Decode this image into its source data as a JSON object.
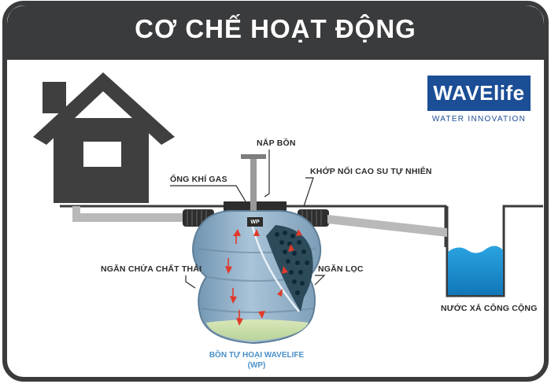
{
  "title": "CƠ CHẾ HOẠT ĐỘNG",
  "brand": {
    "name": "WAVElife",
    "tagline": "WATER INNOVATION",
    "color": "#1c4e96"
  },
  "labels": {
    "lid": "NẮP BỒN",
    "gas_pipe": "ỐNG KHÍ GAS",
    "rubber_joint": "KHỚP NỐI CAO SU TỰ NHIÊN",
    "waste_chamber": "NGĂN CHỨA CHẤT THẢI",
    "filter_chamber": "NGĂN LỌC",
    "public_outlet": "NƯỚC XẢ CÔNG CỘNG",
    "tank_name_line1": "BỒN TỰ HOẠI WAVELIFE",
    "tank_name_line2": "(WP)",
    "tank_badge": "WP"
  },
  "colors": {
    "frame": "#3a3b3d",
    "house": "#3f3f3f",
    "pipe": "#b9b9b9",
    "tank": "#8fb0c8",
    "water": "#1b8fd0",
    "flow_arrow": "#e03a2a",
    "caption": "#4a90c8"
  },
  "icons": {
    "house": "house-icon",
    "flow": "flow-arrow-icon"
  }
}
